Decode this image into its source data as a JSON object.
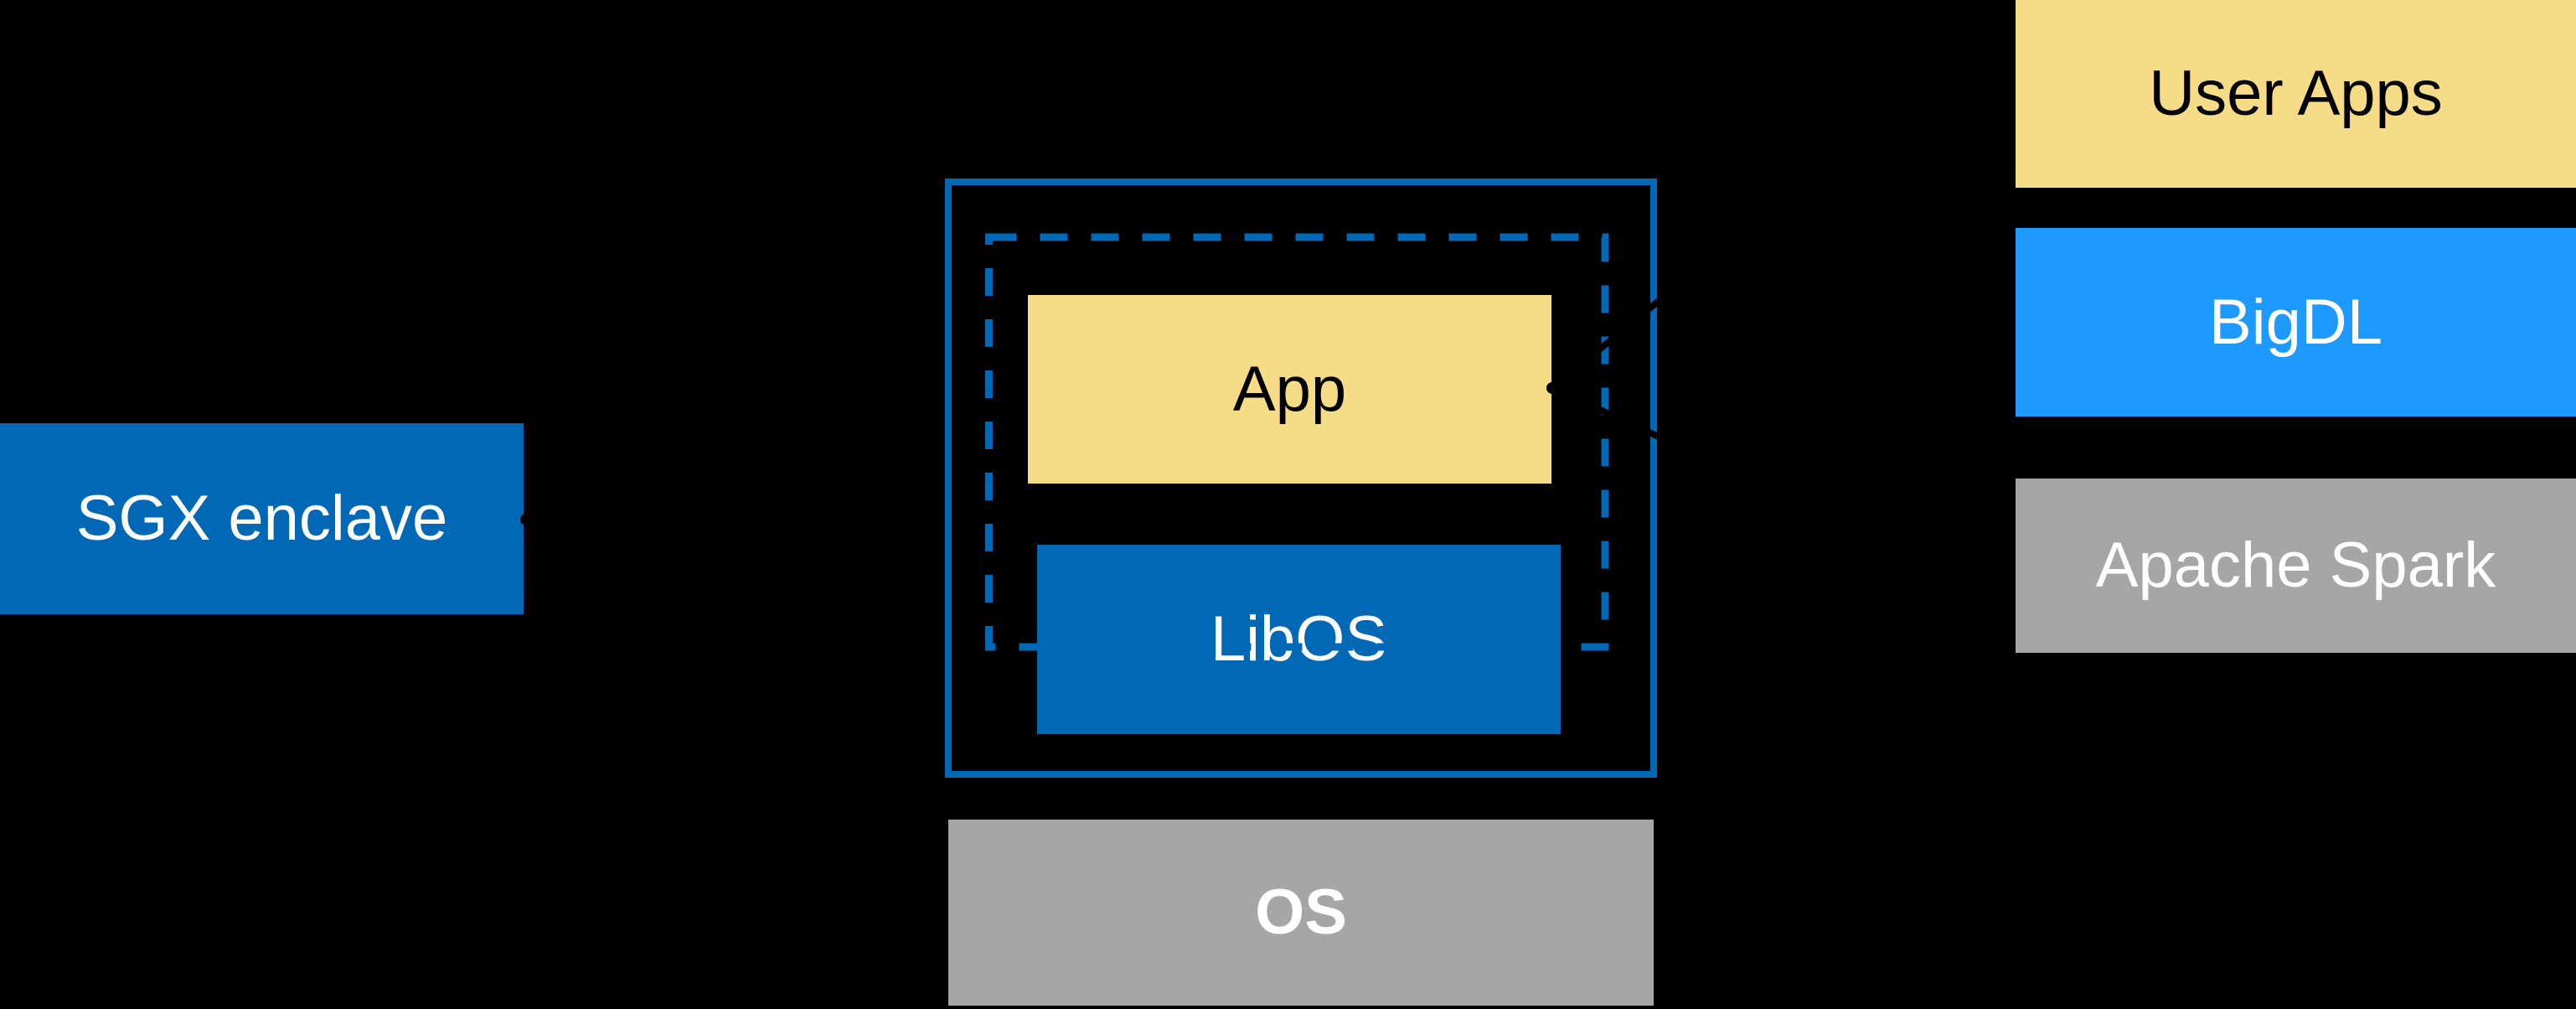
{
  "colors": {
    "background": "#000000",
    "intel_blue": "#0068B5",
    "bright_blue": "#1E9AFF",
    "light_yellow": "#F7DC87",
    "gray": "#A6A6A6",
    "text_light": "#FFFFFF",
    "text_dark": "#000000",
    "connector": "#000000"
  },
  "left_panel": {
    "sgx_enclave_label": "SGX enclave"
  },
  "enclave_host": {
    "app_label": "App",
    "libos_label": "LibOS",
    "os_label": "OS"
  },
  "software_stack": {
    "user_apps_label": "User Apps",
    "bigdl_label": "BigDL",
    "apache_spark_label": "Apache Spark"
  }
}
